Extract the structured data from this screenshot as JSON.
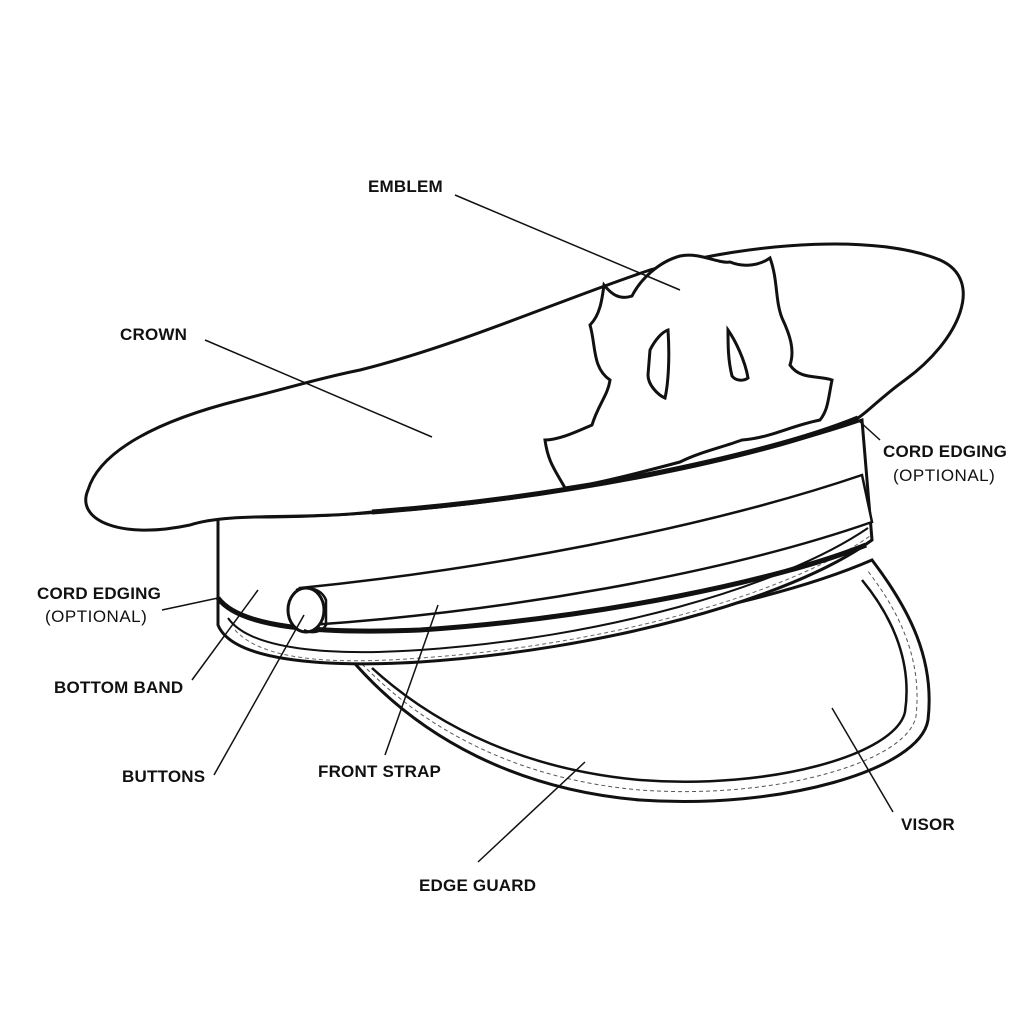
{
  "labels": {
    "emblem": "EMBLEM",
    "crown": "CROWN",
    "cord_edging_right": "CORD EDGING",
    "cord_edging_right_note": "(OPTIONAL)",
    "cord_edging_left": "CORD EDGING",
    "cord_edging_left_note": "(OPTIONAL)",
    "bottom_band": "BOTTOM BAND",
    "buttons": "BUTTONS",
    "front_strap": "FRONT STRAP",
    "visor": "VISOR",
    "edge_guard": "EDGE GUARD"
  },
  "colors": {
    "line": "#111111",
    "fill": "#ffffff",
    "background": "#ffffff"
  }
}
